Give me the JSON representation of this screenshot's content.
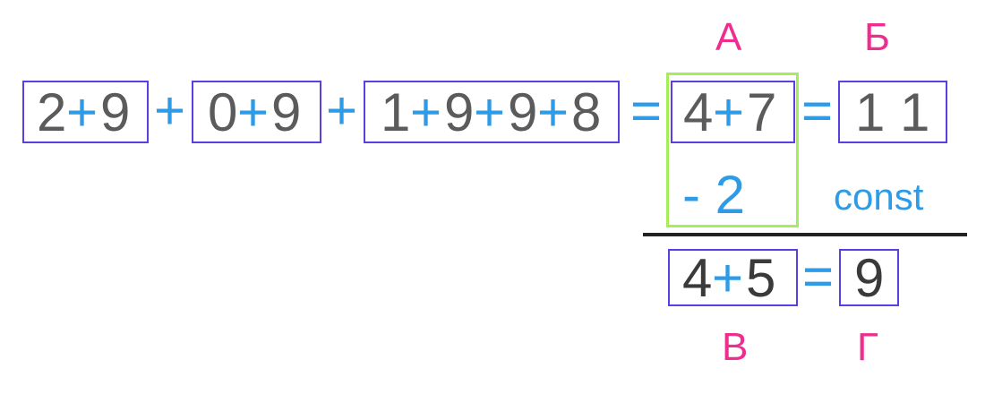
{
  "colors": {
    "box_border": "#5b3fe0",
    "green_border": "#a4ee5a",
    "digit": "#5b5b5b",
    "digit_dark": "#3a3a3a",
    "operator": "#2e9be6",
    "label": "#ee2d8f"
  },
  "labels": {
    "a": "А",
    "b": "Б",
    "v": "В",
    "g": "Г"
  },
  "equation_top": {
    "group1": {
      "d1": "2",
      "op": "+",
      "d2": "9"
    },
    "plus1": "+",
    "group2": {
      "d1": "0",
      "op": "+",
      "d2": "9"
    },
    "plus2": "+",
    "group3": {
      "d1": "1",
      "op1": "+",
      "d2": "9",
      "op2": "+",
      "d3": "9",
      "op3": "+",
      "d4": "8"
    },
    "eq1": "=",
    "group4": {
      "d1": "4",
      "op": "+",
      "d2": "7"
    },
    "eq2": "=",
    "result": "1 1"
  },
  "subtract": {
    "value": "- 2",
    "note": "const"
  },
  "equation_bottom": {
    "group": {
      "d1": "4",
      "op": "+",
      "d2": "5"
    },
    "eq": "=",
    "result": "9"
  }
}
